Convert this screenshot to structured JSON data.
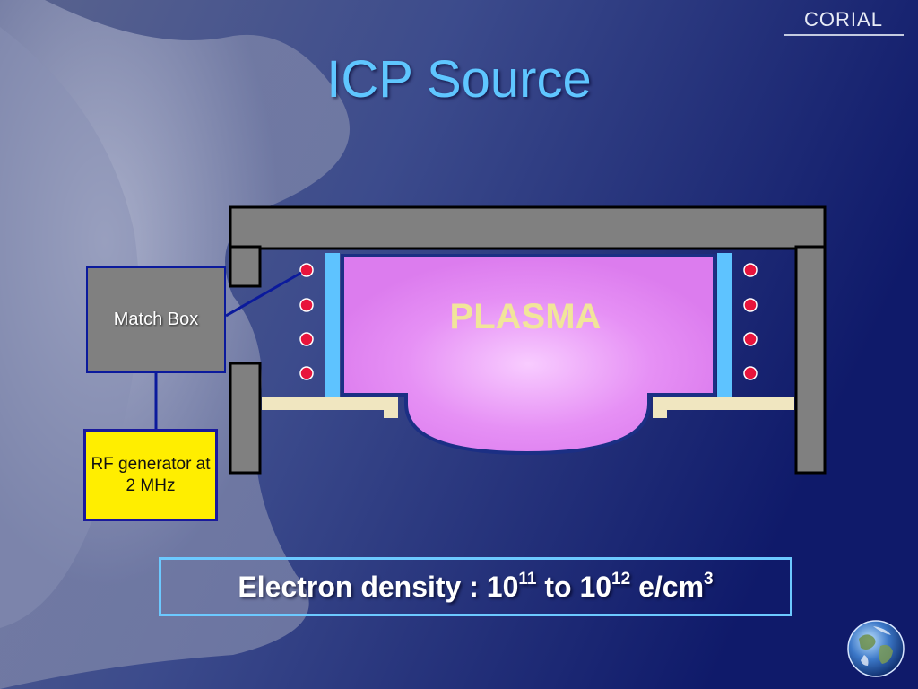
{
  "slide": {
    "logo_text": "CORIAL",
    "title": "ICP Source"
  },
  "diagram": {
    "match_box_label": "Match Box",
    "rf_generator_label": "RF generator at 2 MHz",
    "plasma_label": "PLASMA",
    "coil_count_per_side": 4
  },
  "footer": {
    "density_prefix": "Electron density : 10",
    "density_exp1": "11",
    "density_mid": " to 10",
    "density_exp2": "12",
    "density_suffix": " e/cm",
    "density_exp3": "3"
  },
  "colors": {
    "title": "#5fc6ff",
    "chamber_gray": "#808080",
    "plasma": "#e07cf0",
    "coil_dot": "#e8143c",
    "dielectric": "#5ec3ff",
    "liner": "#f0e6c0",
    "rf_box": "#ffee00"
  },
  "icons": {
    "globe": "globe-icon"
  }
}
